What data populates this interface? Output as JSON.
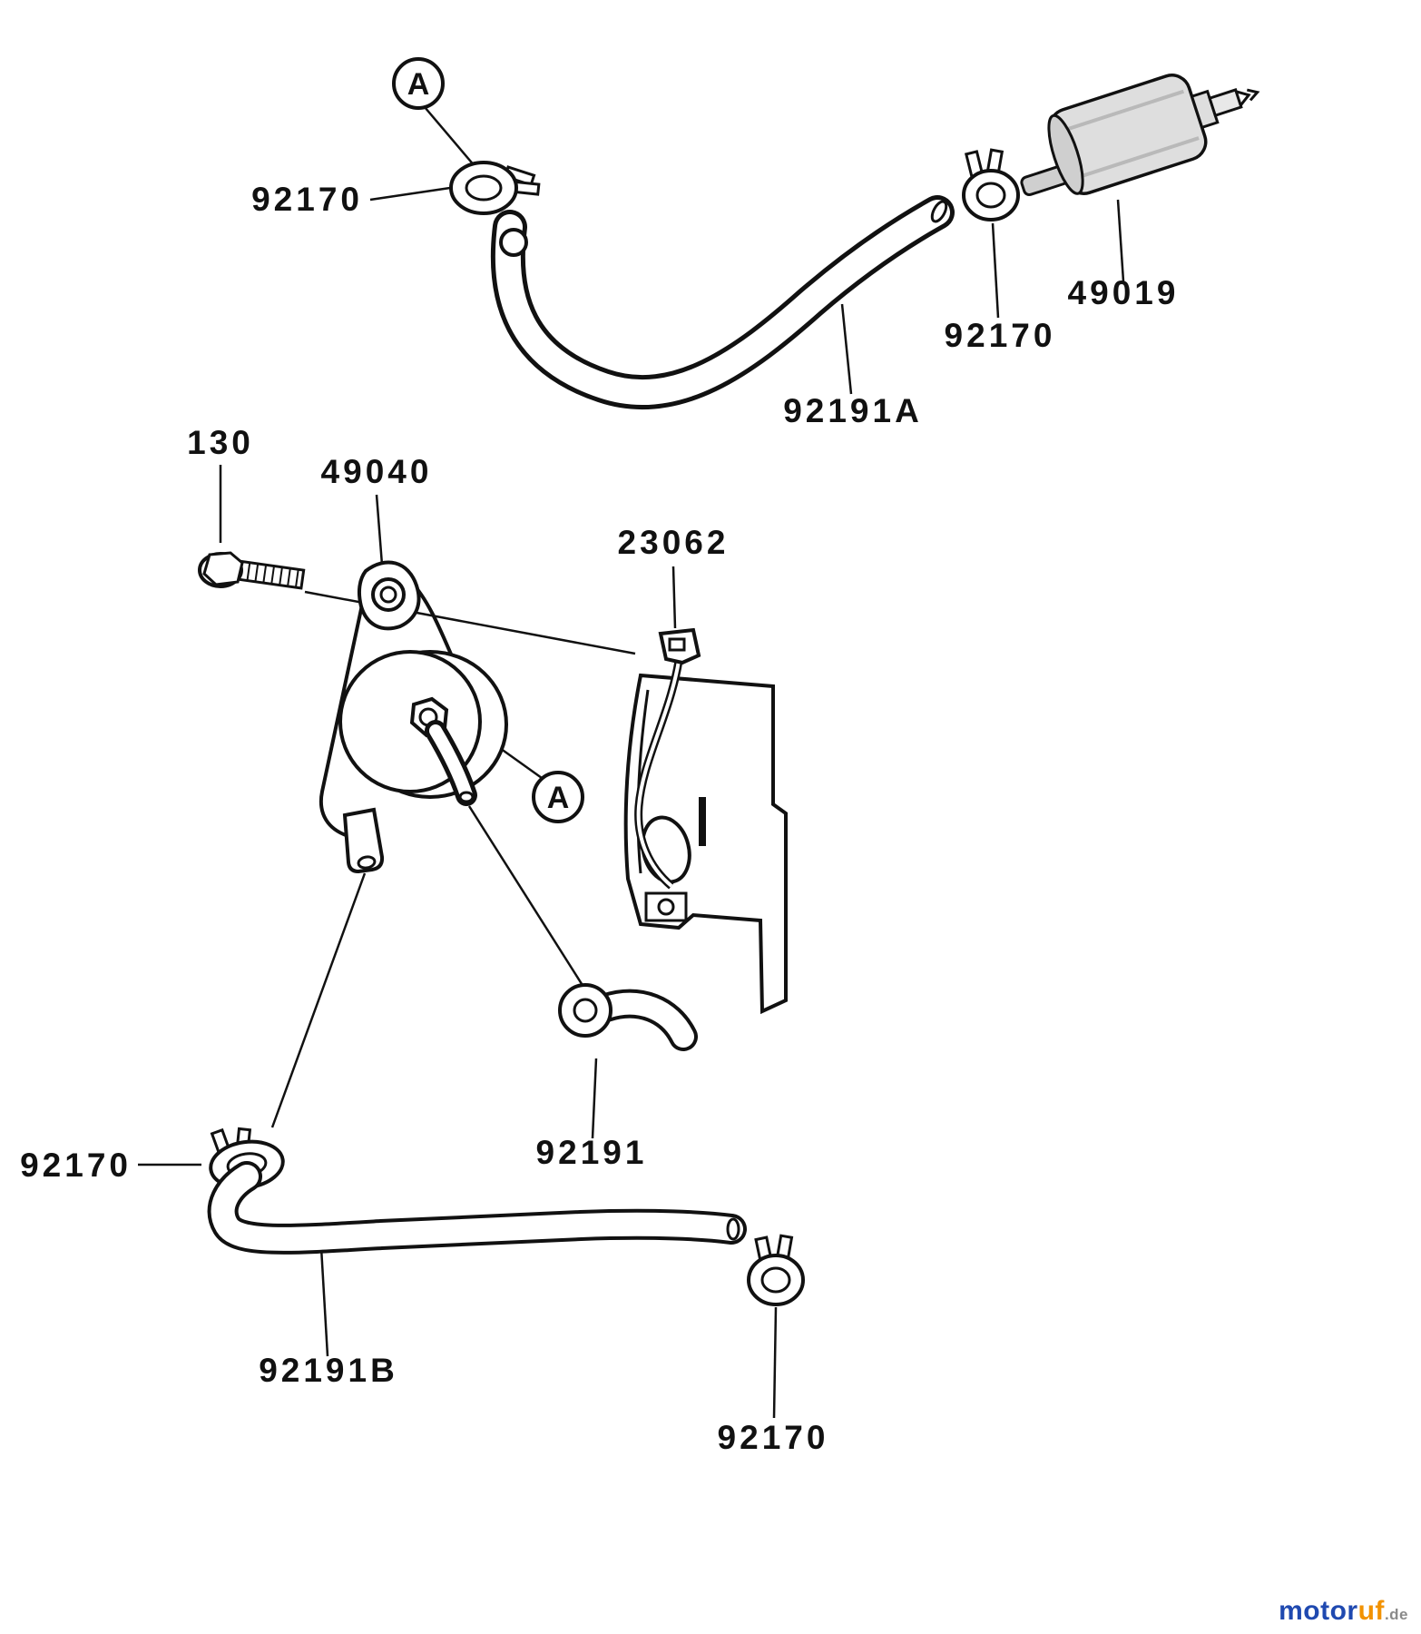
{
  "page": {
    "background": "#ffffff",
    "line_color": "#111111",
    "part_fill": "#ffffff",
    "filter_fill": "#dedede"
  },
  "labels": {
    "callout_a": "A",
    "p92170_top": "92170",
    "p49019": "49019",
    "p92170_filter": "92170",
    "p92191a": "92191A",
    "p130": "130",
    "p49040": "49040",
    "p23062": "23062",
    "p92191": "92191",
    "p92170_left": "92170",
    "p92191b": "92191B",
    "p92170_bottom": "92170"
  },
  "watermark": {
    "part1": "motor",
    "part2": "uf",
    "tld": ".de",
    "color_part1": "#1f49b0",
    "color_part2": "#f29200",
    "color_tld": "#8a8a8a"
  }
}
